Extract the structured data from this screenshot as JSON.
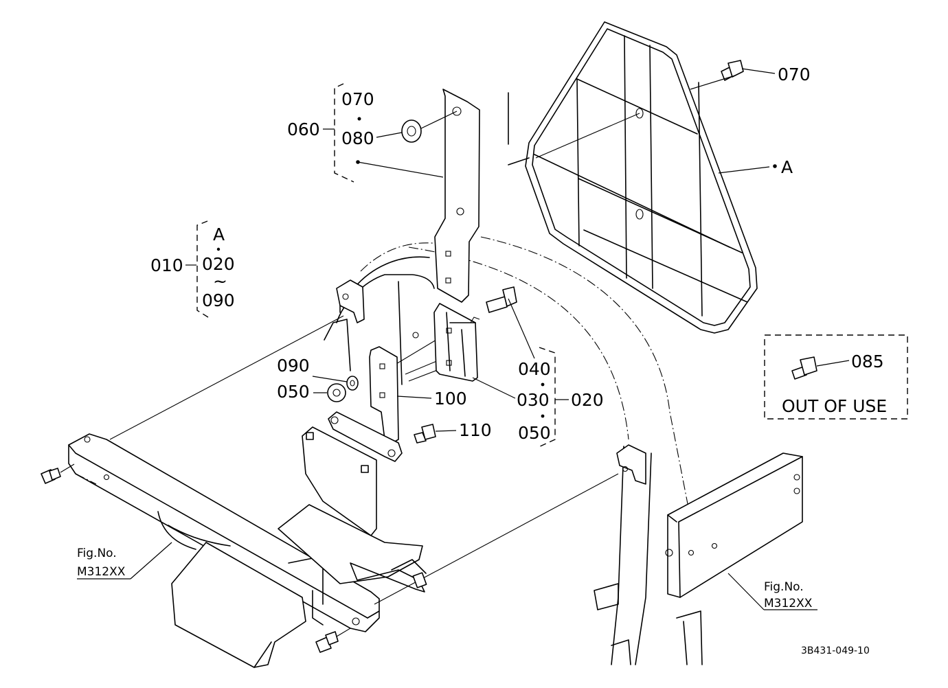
{
  "labels": {
    "p060": "060",
    "p070_top": "070",
    "p080": "080",
    "p070_right": "070",
    "ref_a_right": "A",
    "p010": "010",
    "ref_a_left": "A",
    "p020_group": "020",
    "tilde": "~",
    "p090_group": "090",
    "p090": "090",
    "p050": "050",
    "p100": "100",
    "p110": "110",
    "p040": "040",
    "p030": "030",
    "p050_group": "050",
    "p020": "020",
    "p085": "085",
    "out_of_use": "OUT OF USE",
    "fig_no_left": "Fig.No.",
    "fig_ref_left": "M312XX",
    "fig_no_right": "Fig.No.",
    "fig_ref_right": "M312XX",
    "drawing_code": "3B431-049-10"
  }
}
